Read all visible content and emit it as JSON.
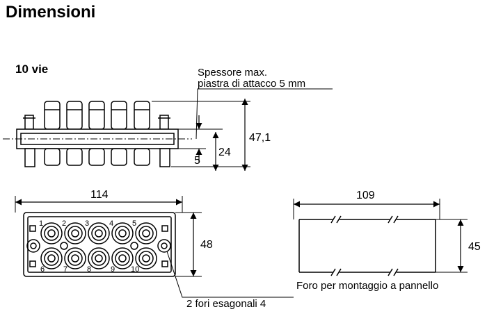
{
  "title": "Dimensioni",
  "subtitle": "10 vie",
  "side_view": {
    "note_line1": "Spessore max.",
    "note_line2": "piastra di attacco 5 mm",
    "dim_height": "47,1",
    "dim_24": "24",
    "dim_5": "5"
  },
  "front_view": {
    "dim_width": "114",
    "dim_height": "48",
    "note_holes": "2 fori esagonali 4",
    "port_numbers": [
      "1",
      "2",
      "3",
      "4",
      "5",
      "6",
      "7",
      "8",
      "9",
      "10"
    ]
  },
  "cutout": {
    "dim_width": "109",
    "dim_height": "45",
    "caption": "Foro per montaggio a pannello"
  }
}
